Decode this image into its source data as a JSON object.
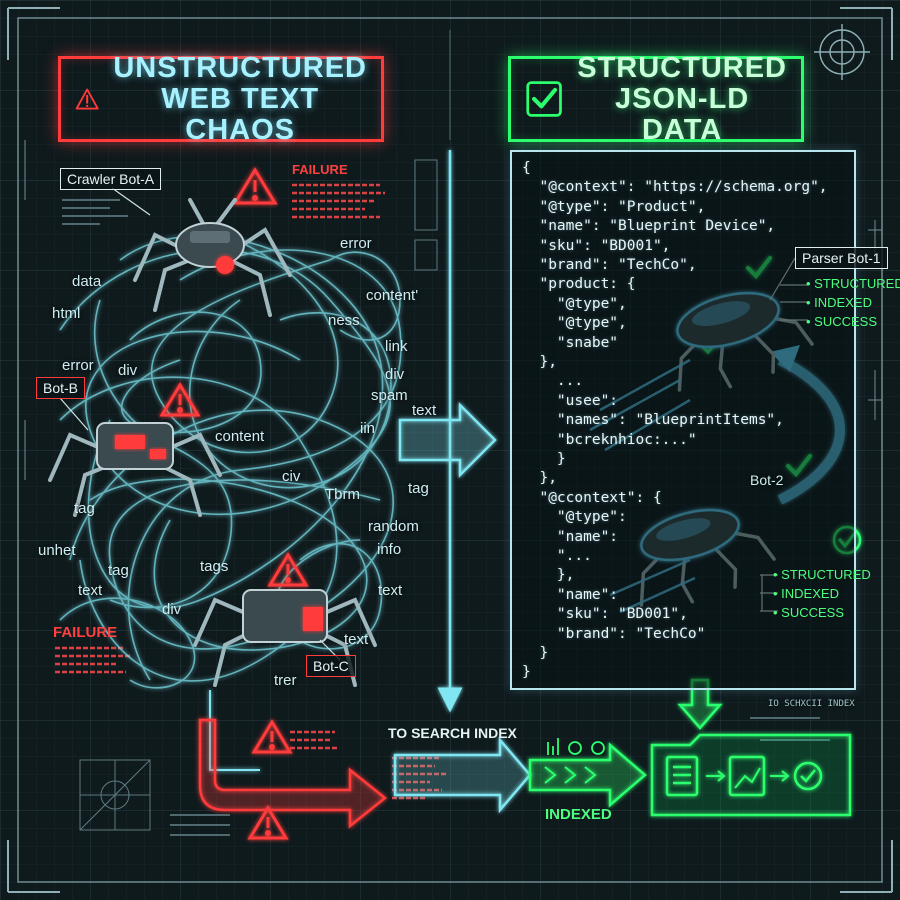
{
  "left_panel": {
    "title_lines": [
      "UNSTRUCTURED",
      "WEB TEXT CHAOS"
    ],
    "title_icon": "warning-triangle-icon",
    "bots": {
      "bot_a": "Crawler Bot-A",
      "bot_b": "Bot-B",
      "bot_c": "Bot-C"
    },
    "failure_labels": [
      "FAILURE",
      "FAILURE"
    ],
    "tangle_words": [
      "error",
      "data",
      "content'",
      "html",
      "ness",
      "link",
      "error",
      "div",
      "div",
      "spam",
      "text",
      "content",
      "iin",
      "civ",
      "tag",
      "Tbrm",
      "random",
      "tag",
      "info",
      "unhet",
      "tag",
      "tags",
      "text",
      "text",
      "div",
      "text",
      "trer"
    ]
  },
  "right_panel": {
    "title_lines": [
      "STRUCTURED",
      "JSON-LD DATA"
    ],
    "title_icon": "checkmark-icon",
    "code_lines": [
      "{",
      "  \"@context\": \"https://schema.org\",",
      "  \"@type\": \"Product\",",
      "  \"name\": \"Blueprint Device\",",
      "  \"sku\": \"BD001\",",
      "  \"brand\": \"TechCo\",",
      "  \"product: {",
      "    \"@type\",",
      "    \"@type\",",
      "    \"snabe\"",
      "  },",
      "    ...",
      "    \"usee\":",
      "    \"names\": \"BlueprintItems\",",
      "    \"bcreknhioc:...\"",
      "    }",
      "  },",
      "  \"@ccontext\": {",
      "    \"@type\":",
      "    \"name\":",
      "    \"...",
      "    },",
      "    \"name\":",
      "    \"sku\": \"BD001\",",
      "    \"brand\": \"TechCo\"",
      "  }",
      "}"
    ],
    "bots": {
      "parser": "Parser Bot-1",
      "bot_2": "Bot-2"
    },
    "status_1": [
      "STRUCTURED",
      "INDEXED",
      "SUCCESS"
    ],
    "status_2": [
      "STRUCTURED",
      "INDEXED",
      "SUCCESS"
    ]
  },
  "bottom_flow": {
    "to_search_index": "TO SEARCH INDEX",
    "indexed": "INDEXED",
    "index_header": "IO SCHXCII INDEX"
  },
  "colors": {
    "background": "#0f1a1d",
    "failure_red": "#ff3b3b",
    "success_green": "#2cff6e",
    "wire_cyan": "#7fe6f2"
  }
}
